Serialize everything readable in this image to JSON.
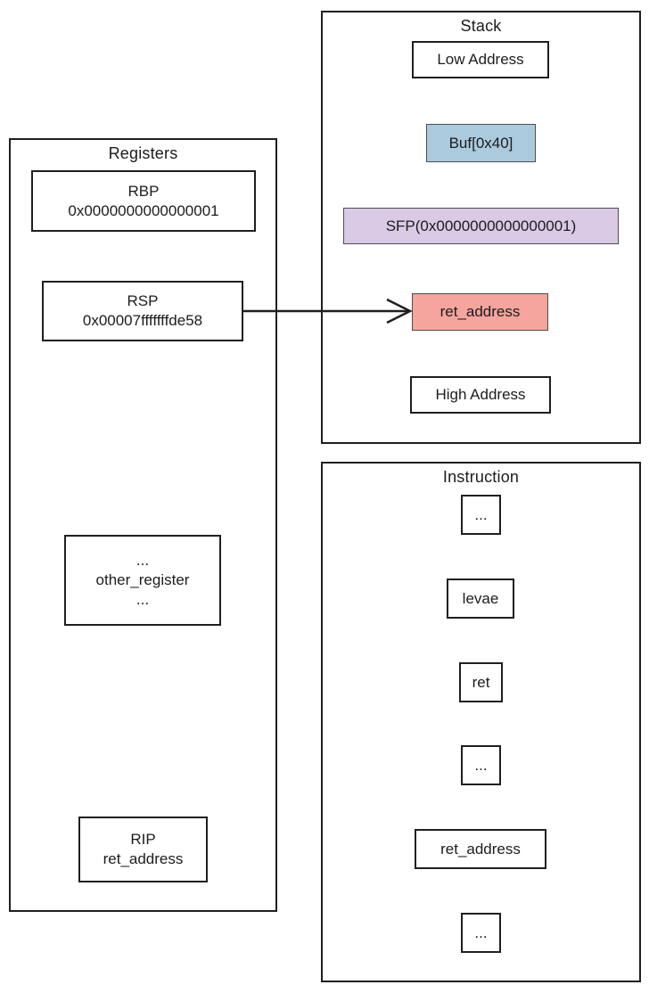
{
  "diagram": {
    "registers": {
      "title": "Registers",
      "rbp_label": "RBP",
      "rbp_value": "0x0000000000000001",
      "rsp_label": "RSP",
      "rsp_value": "0x00007fffffffde58",
      "other_top": "...",
      "other_label": "other_register",
      "other_bottom": "...",
      "rip_label": "RIP",
      "rip_value": "ret_address"
    },
    "stack": {
      "title": "Stack",
      "items": [
        {
          "label": "Low Address",
          "fill": "#ffffff"
        },
        {
          "label": "Buf[0x40]",
          "fill": "#abcade"
        },
        {
          "label": "SFP(0x0000000000000001)",
          "fill": "#dacae6"
        },
        {
          "label": "ret_address",
          "fill": "#f5a49e"
        },
        {
          "label": "High Address",
          "fill": "#ffffff"
        }
      ]
    },
    "instruction": {
      "title": "Instruction",
      "items": [
        {
          "label": "..."
        },
        {
          "label": "levae"
        },
        {
          "label": "ret"
        },
        {
          "label": "..."
        },
        {
          "label": "ret_address"
        },
        {
          "label": "..."
        }
      ]
    },
    "arrow": {
      "from": "RSP",
      "to": "ret_address"
    },
    "colors": {
      "line": "#1f1f1f",
      "buf_fill": "#abcade",
      "sfp_fill": "#dacae6",
      "ret_fill": "#f5a49e"
    }
  }
}
